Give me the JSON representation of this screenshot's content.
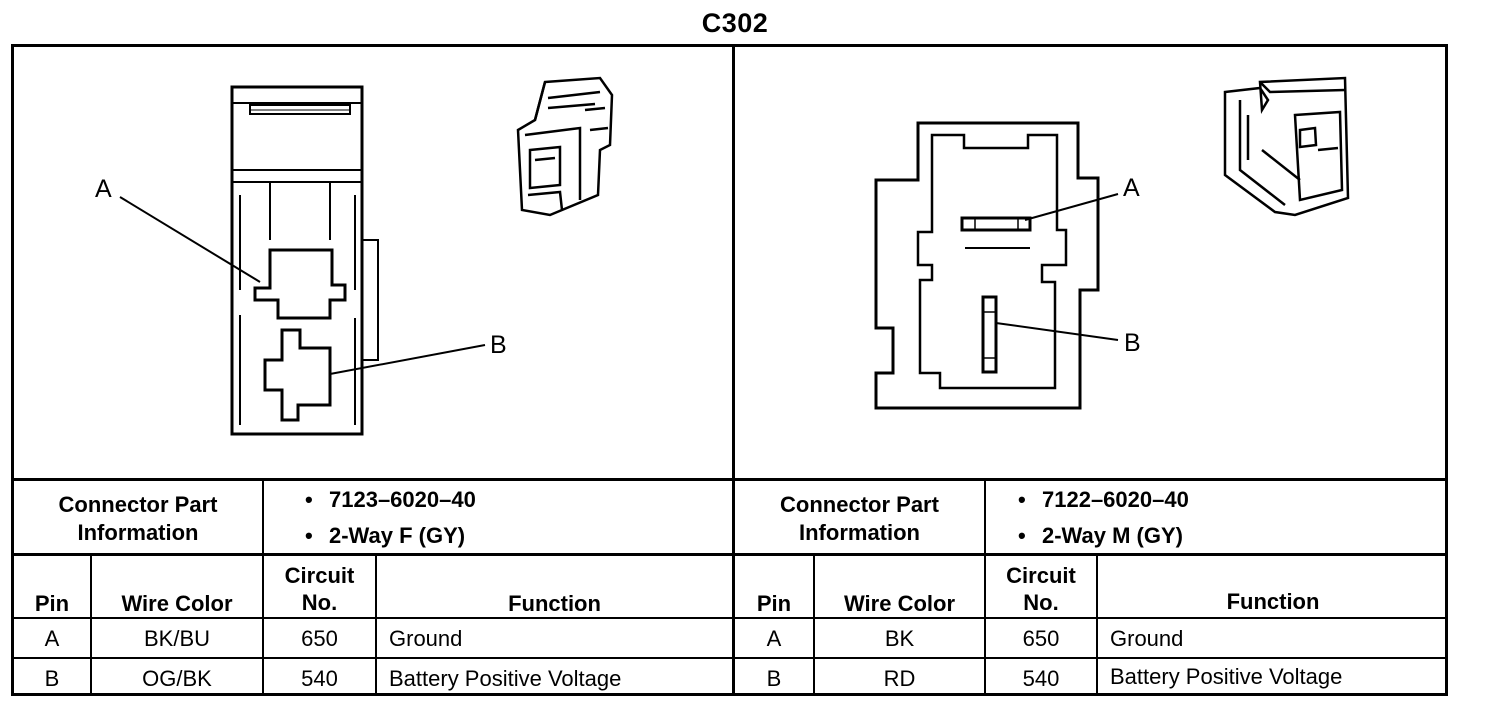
{
  "title": "C302",
  "connectors": [
    {
      "pin_labels": [
        "A",
        "B"
      ],
      "cpi_label_line1": "Connector Part",
      "cpi_label_line2": "Information",
      "part_info": [
        "7123–6020–40",
        "2-Way F (GY)"
      ],
      "headers": {
        "pin": "Pin",
        "wire_color": "Wire Color",
        "circuit_line1": "Circuit",
        "circuit_line2": "No.",
        "function": "Function"
      },
      "rows": [
        {
          "pin": "A",
          "wire_color": "BK/BU",
          "circuit": "650",
          "function": "Ground"
        },
        {
          "pin": "B",
          "wire_color": "OG/BK",
          "circuit": "540",
          "function": "Battery Positive Voltage"
        }
      ]
    },
    {
      "pin_labels": [
        "A",
        "B"
      ],
      "cpi_label_line1": "Connector Part",
      "cpi_label_line2": "Information",
      "part_info": [
        "7122–6020–40",
        "2-Way M (GY)"
      ],
      "headers": {
        "pin": "Pin",
        "wire_color": "Wire Color",
        "circuit_line1": "Circuit",
        "circuit_line2": "No.",
        "function": "Function"
      },
      "rows": [
        {
          "pin": "A",
          "wire_color": "BK",
          "circuit": "650",
          "function": "Ground"
        },
        {
          "pin": "B",
          "wire_color": "RD",
          "circuit": "540",
          "function": "Battery Positive Voltage"
        }
      ]
    }
  ]
}
